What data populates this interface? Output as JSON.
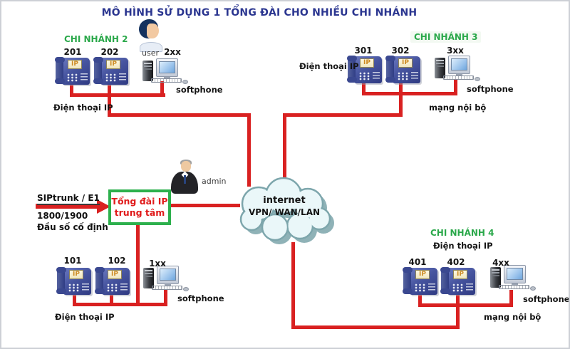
{
  "title": "MÔ HÌNH SỬ DỤNG 1 TỔNG ĐÀI CHO NHIỀU CHI NHÁNH",
  "phone_screen": "IP",
  "trunk": {
    "line1": "SIPtrunk / E1",
    "line2": "1800/1900",
    "line3": "Đầu số cố định"
  },
  "pbx": {
    "line1": "Tổng đài IP",
    "line2": "trung tâm"
  },
  "admin_label": "admin",
  "cloud": {
    "line1": "internet",
    "line2": "VPN/ WAN/LAN"
  },
  "branch2": {
    "name": "CHI NHÁNH 2",
    "ext1": "201",
    "ext2": "202",
    "softext": "2xx",
    "user": "user",
    "softphone": "softphone",
    "iplabel": "Điện thoại IP"
  },
  "branch3": {
    "name": "CHI NHÁNH 3",
    "iplabel": "Điện thoại IP",
    "ext1": "301",
    "ext2": "302",
    "softext": "3xx",
    "softphone": "softphone",
    "lan": "mạng nội bộ"
  },
  "branch1": {
    "ext1": "101",
    "ext2": "102",
    "softext": "1xx",
    "softphone": "softphone",
    "iplabel": "Điện thoại IP"
  },
  "branch4": {
    "name": "CHI NHÁNH 4",
    "iplabel": "Điện thoại IP",
    "ext1": "401",
    "ext2": "402",
    "softext": "4xx",
    "softphone": "softphone",
    "lan": "mạng nội bộ"
  },
  "colors": {
    "line_red": "#d92121",
    "title_navy": "#2b3690",
    "branch_green": "#2aa84a",
    "pbx_text_red": "#e01b1b",
    "pbx_border_green": "#2db04d",
    "cloud_fill": "#eaf7f9",
    "cloud_stroke": "#7da6ac"
  }
}
